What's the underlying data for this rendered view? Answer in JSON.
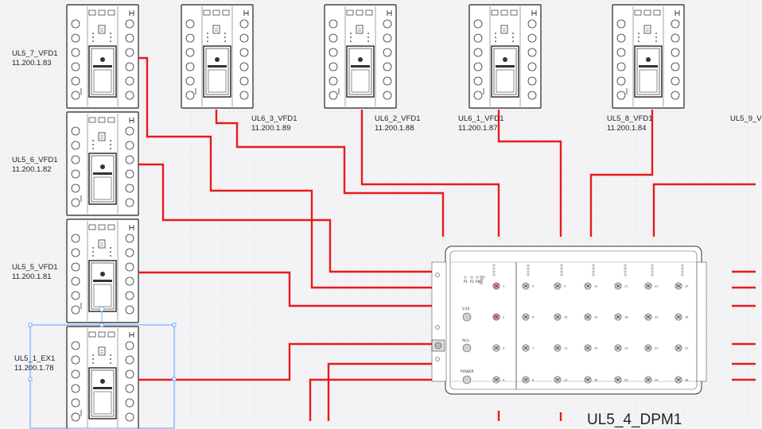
{
  "colors": {
    "wire": "#e81b1b",
    "background": "#f3f3f5",
    "grid": "#e4e4ea",
    "device_stroke": "#222222",
    "selection": "#5aa0ff"
  },
  "devices": [
    {
      "id": "ul5-7-vfd1",
      "name": "UL5_7_VFD1",
      "ip": "11.200.1.83"
    },
    {
      "id": "ul6-3-vfd1",
      "name": "UL6_3_VFD1",
      "ip": "11.200.1.89"
    },
    {
      "id": "ul6-2-vfd1",
      "name": "UL6_2_VFD1",
      "ip": "11.200.1.88"
    },
    {
      "id": "ul6-1-vfd1",
      "name": "UL6_1_VFD1",
      "ip": "11.200.1.87"
    },
    {
      "id": "ul5-8-vfd1",
      "name": "UL5_8_VFD1",
      "ip": "11.200.1.84"
    },
    {
      "id": "ul5-9-vfd1",
      "name": "UL5_9_V",
      "ip": ""
    },
    {
      "id": "ul5-6-vfd1",
      "name": "UL5_6_VFD1",
      "ip": "11.200.1.82"
    },
    {
      "id": "ul5-5-vfd1",
      "name": "UL5_5_VFD1",
      "ip": "11.200.1.81"
    },
    {
      "id": "ul5-1-ex1",
      "name": "UL5_1_EX1",
      "ip": "11.200.1.78"
    }
  ],
  "dpm": {
    "title": "UL5_4_DPM1",
    "header_labels": [
      "P1",
      "P2",
      "RM",
      "FAULT"
    ],
    "side_labels": [
      "V.24",
      "ACe",
      "POWER"
    ],
    "ports": [
      1,
      2,
      3,
      4,
      5,
      6,
      7,
      8,
      9,
      10,
      11,
      12,
      13,
      14,
      15,
      16,
      17,
      18,
      19,
      20,
      21,
      22,
      23,
      24,
      25,
      26,
      27,
      28
    ]
  }
}
